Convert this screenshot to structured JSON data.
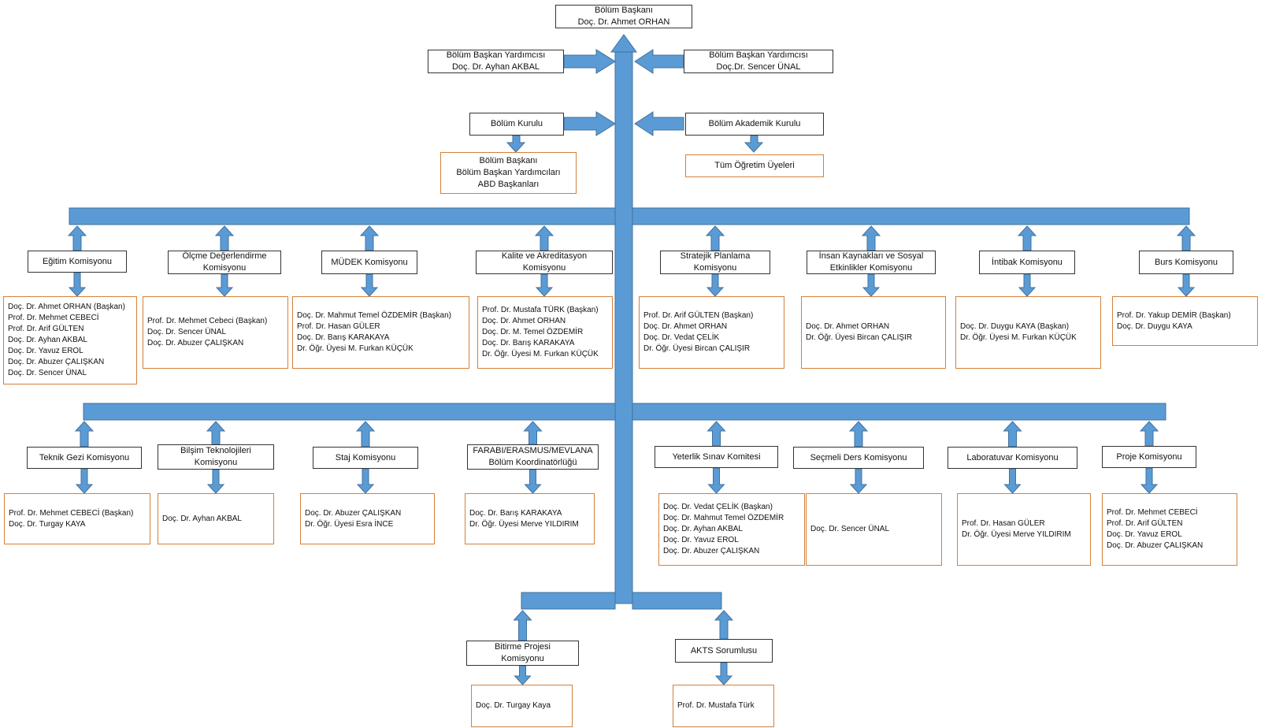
{
  "top": {
    "head_box": [
      "Bölüm Başkanı",
      "Doç. Dr. Ahmet ORHAN"
    ],
    "deputy_left": [
      "Bölüm Başkan Yardımcısı",
      "Doç. Dr. Ayhan AKBAL"
    ],
    "deputy_right": [
      "Bölüm Başkan Yardımcısı",
      "Doç.Dr. Sencer ÜNAL"
    ],
    "council_left": {
      "title": [
        "Bölüm Kurulu"
      ],
      "members": [
        "Bölüm Başkanı",
        "Bölüm Başkan Yardımcıları",
        "ABD Başkanları"
      ]
    },
    "council_right": {
      "title": [
        "Bölüm Akademik Kurulu"
      ],
      "members": [
        "Tüm Öğretim Üyeleri"
      ]
    }
  },
  "row1": [
    {
      "title": [
        "Eğitim Komisyonu"
      ],
      "members": [
        "Doç. Dr. Ahmet ORHAN (Başkan)",
        "Prof. Dr. Mehmet CEBECİ",
        "Prof. Dr. Arif GÜLTEN",
        "Doç. Dr.  Ayhan AKBAL",
        "Doç. Dr. Yavuz EROL",
        "Doç. Dr. Abuzer ÇALIŞKAN",
        "Doç. Dr. Sencer ÜNAL"
      ]
    },
    {
      "title": [
        "Ölçme Değerlendirme",
        "Komisyonu"
      ],
      "members": [
        "Prof. Dr. Mehmet Cebeci (Başkan)",
        "Doç. Dr. Sencer ÜNAL",
        "Doç. Dr. Abuzer ÇALIŞKAN"
      ]
    },
    {
      "title": [
        "MÜDEK Komisyonu"
      ],
      "members": [
        "Doç. Dr. Mahmut Temel ÖZDEMİR (Başkan)",
        "Prof. Dr. Hasan GÜLER",
        "Doç. Dr. Barış KARAKAYA",
        "Dr. Öğr. Üyesi M. Furkan KÜÇÜK"
      ]
    },
    {
      "title": [
        "Kalite ve Akreditasyon",
        "Komisyonu"
      ],
      "members": [
        "Prof. Dr. Mustafa TÜRK (Başkan)",
        "Doç. Dr. Ahmet ORHAN",
        "Doç. Dr. M. Temel ÖZDEMİR",
        "Doç. Dr. Barış KARAKAYA",
        "Dr. Öğr. Üyesi M. Furkan KÜÇÜK"
      ]
    },
    {
      "title": [
        "Stratejik Planlama",
        "Komisyonu"
      ],
      "members": [
        "Prof. Dr. Arif GÜLTEN (Başkan)",
        "Doç. Dr. Ahmet ORHAN",
        "Doç. Dr. Vedat ÇELİK",
        "Dr. Öğr. Üyesi Bircan ÇALIŞIR"
      ]
    },
    {
      "title": [
        "İnsan Kaynakları ve Sosyal",
        "Etkinlikler Komisyonu"
      ],
      "members": [
        "Doç. Dr. Ahmet ORHAN",
        "Dr. Öğr. Üyesi Bircan ÇALIŞIR"
      ]
    },
    {
      "title": [
        "İntibak Komisyonu"
      ],
      "members": [
        "Doç. Dr.  Duygu KAYA (Başkan)",
        "Dr. Öğr. Üyesi M. Furkan KÜÇÜK"
      ]
    },
    {
      "title": [
        "Burs Komisyonu"
      ],
      "members": [
        "Prof. Dr. Yakup DEMİR (Başkan)",
        "Doç. Dr. Duygu KAYA"
      ]
    }
  ],
  "row2": [
    {
      "title": [
        "Teknik Gezi Komisyonu"
      ],
      "members": [
        "Prof. Dr. Mehmet CEBECİ (Başkan)",
        "Doç. Dr. Turgay KAYA"
      ]
    },
    {
      "title": [
        "Bilşim Teknolojileri",
        "Komisyonu"
      ],
      "members": [
        "Doç. Dr. Ayhan AKBAL"
      ]
    },
    {
      "title": [
        "Staj Komisyonu"
      ],
      "members": [
        "Doç. Dr. Abuzer ÇALIŞKAN",
        "Dr. Öğr. Üyesi Esra İNCE"
      ]
    },
    {
      "title": [
        "FARABI/ERASMUS/MEVLANA",
        "Bölüm Koordinatörlüğü"
      ],
      "members": [
        "Doç. Dr. Barış KARAKAYA",
        "Dr. Öğr. Üyesi Merve YILDIRIM"
      ]
    },
    {
      "title": [
        "Yeterlik Sınav Komitesi"
      ],
      "members": [
        "Doç. Dr. Vedat ÇELİK (Başkan)",
        "Doç. Dr. Mahmut Temel ÖZDEMİR",
        "Doç. Dr. Ayhan AKBAL",
        "Doç. Dr. Yavuz EROL",
        "Doç. Dr. Abuzer ÇALIŞKAN"
      ]
    },
    {
      "title": [
        "Seçmeli  Ders Komisyonu"
      ],
      "members": [
        "Doç. Dr. Sencer ÜNAL"
      ]
    },
    {
      "title": [
        "Laboratuvar Komisyonu"
      ],
      "members": [
        "Prof. Dr. Hasan GÜLER",
        "Dr. Öğr. Üyesi Merve YILDIRIM"
      ]
    },
    {
      "title": [
        "Proje Komisyonu"
      ],
      "members": [
        "Prof. Dr. Mehmet CEBECİ",
        "Prof. Dr. Arif GÜLTEN",
        "Doç. Dr. Yavuz EROL",
        "Doç. Dr. Abuzer ÇALIŞKAN"
      ]
    }
  ],
  "row3": [
    {
      "title": [
        "Bitirme Projesi",
        "Komisyonu"
      ],
      "members": [
        "Doç. Dr. Turgay Kaya"
      ]
    },
    {
      "title": [
        "AKTS Sorumlusu"
      ],
      "members": [
        "Prof. Dr. Mustafa Türk"
      ]
    }
  ],
  "colors": {
    "connector": "#5b9bd5",
    "connector_stroke": "#41719c",
    "member_border": "#d4803a",
    "title_border": "#333333"
  }
}
